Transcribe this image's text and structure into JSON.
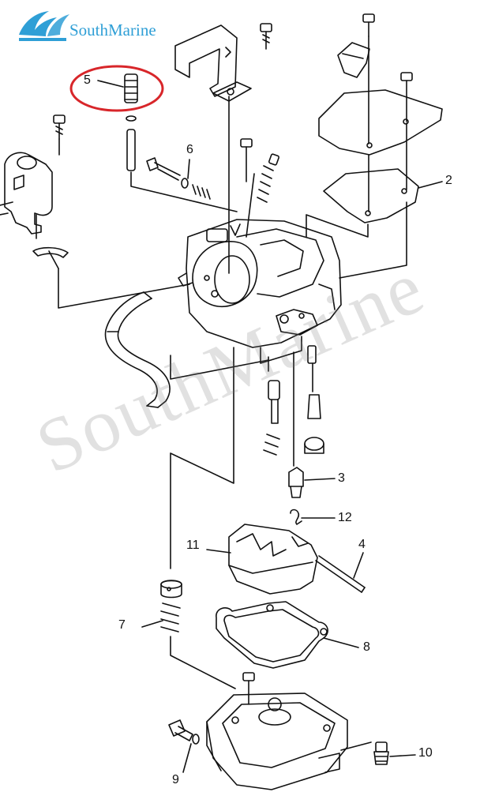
{
  "brand": {
    "name": "SouthMarine",
    "color": "#2f9fd6"
  },
  "watermark": {
    "text": "SouthMarine"
  },
  "highlight_color": "#d8262a",
  "callouts": [
    {
      "id": "5",
      "label": "5",
      "highlighted": true
    },
    {
      "id": "6",
      "label": "6"
    },
    {
      "id": "2",
      "label": "2"
    },
    {
      "id": "3",
      "label": "3"
    },
    {
      "id": "12",
      "label": "12"
    },
    {
      "id": "11",
      "label": "11"
    },
    {
      "id": "4",
      "label": "4"
    },
    {
      "id": "7",
      "label": "7"
    },
    {
      "id": "8",
      "label": "8"
    },
    {
      "id": "10",
      "label": "10"
    },
    {
      "id": "9",
      "label": "9"
    }
  ]
}
